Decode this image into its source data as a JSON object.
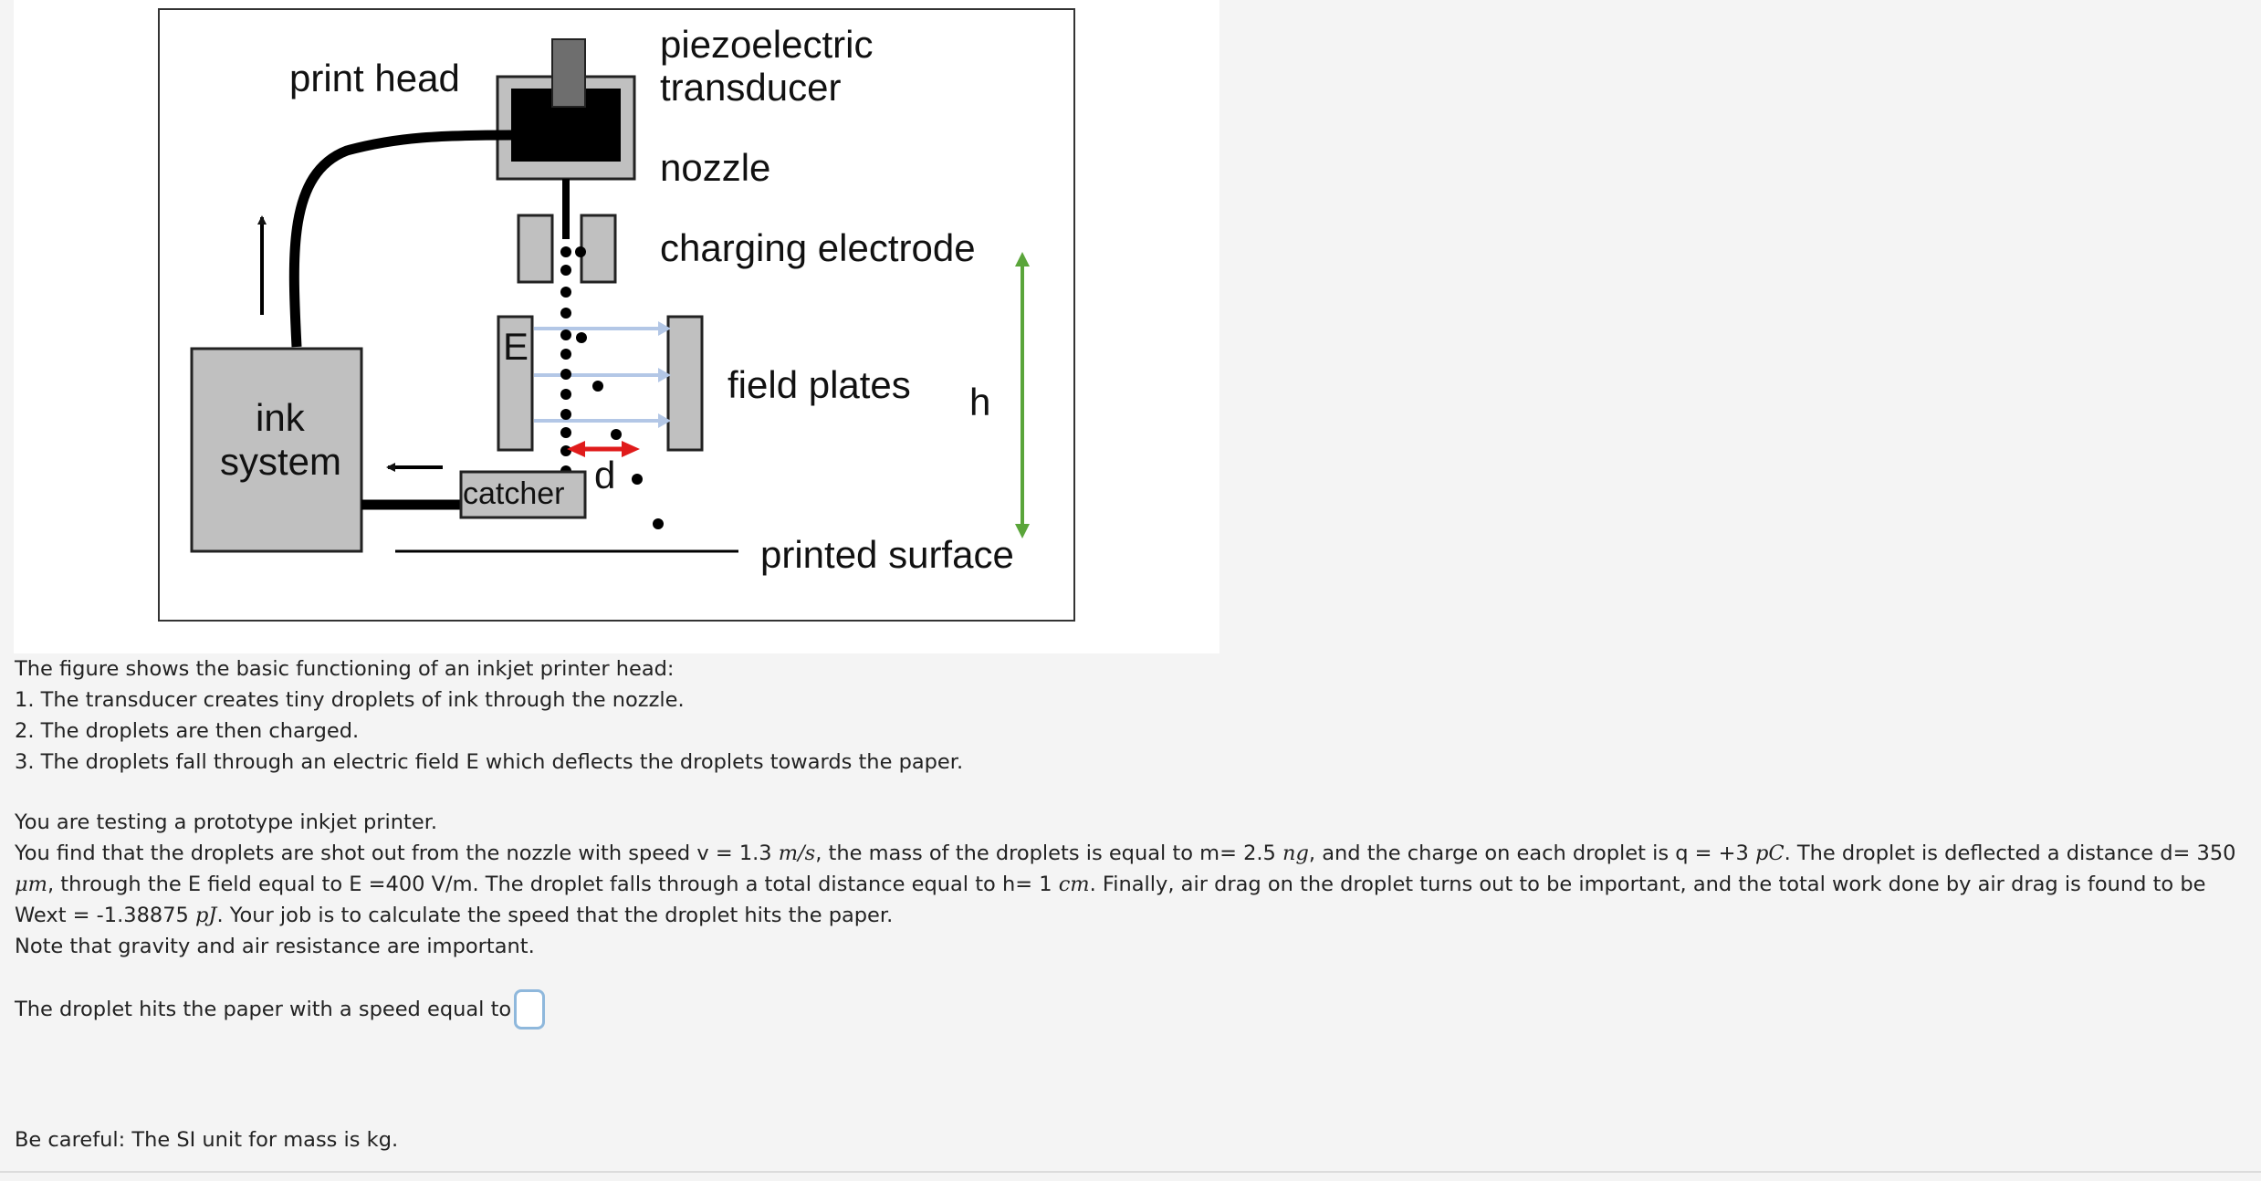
{
  "diagram": {
    "labels": {
      "print_head": "print head",
      "transducer_line1": "piezoelectric",
      "transducer_line2": "transducer",
      "nozzle": "nozzle",
      "charging_electrode": "charging electrode",
      "field_plates": "field plates",
      "field_symbol": "E",
      "height_symbol": "h",
      "deflection_symbol": "d",
      "ink_system_line1": "ink",
      "ink_system_line2": "system",
      "catcher": "catcher",
      "printed_surface": "printed surface"
    },
    "colors": {
      "field_arrows": "#b3c7e6",
      "field_symbol": "#4a6fc9",
      "height_arrow": "#5aa53a",
      "deflection_arrow": "#e01b1b",
      "component_fill": "#c0c0c0"
    }
  },
  "intro": {
    "heading": "The figure shows the basic functioning of an inkjet printer head:",
    "steps": [
      "1. The transducer creates tiny droplets of ink through the nozzle.",
      "2. The droplets are then charged.",
      "3. The droplets fall through an electric field E which deflects the droplets towards the paper."
    ]
  },
  "scenario": {
    "opening": "You are testing a prototype inkjet printer.",
    "p1": "You find that the droplets are shot out from the nozzle with speed v = 1.3 ",
    "u_speed": "m/s",
    "p2": ", the mass of the droplets is equal to m= 2.5 ",
    "u_mass": "ng",
    "p3": ", and the charge on each droplet is q = +3 ",
    "u_charge": "pC",
    "p4": ". The droplet is deflected a distance d= 350 ",
    "u_distance": "μm",
    "p5": ", through the E field equal to E =400 V/m. The droplet falls through a total distance equal to h= 1 ",
    "u_height": "cm",
    "p6": ". Finally, air drag on the droplet turns out to be important, and the total work done by air drag is found to be Wext = -1.38875 ",
    "u_work": "pJ",
    "p7": ". Your job is to calculate the speed that the droplet hits the paper.",
    "note": "Note that gravity and air resistance are important."
  },
  "question": {
    "prompt": "The droplet hits the paper with a speed equal to",
    "answer_value": ""
  },
  "caution": "Be careful: The SI unit for mass is kg."
}
